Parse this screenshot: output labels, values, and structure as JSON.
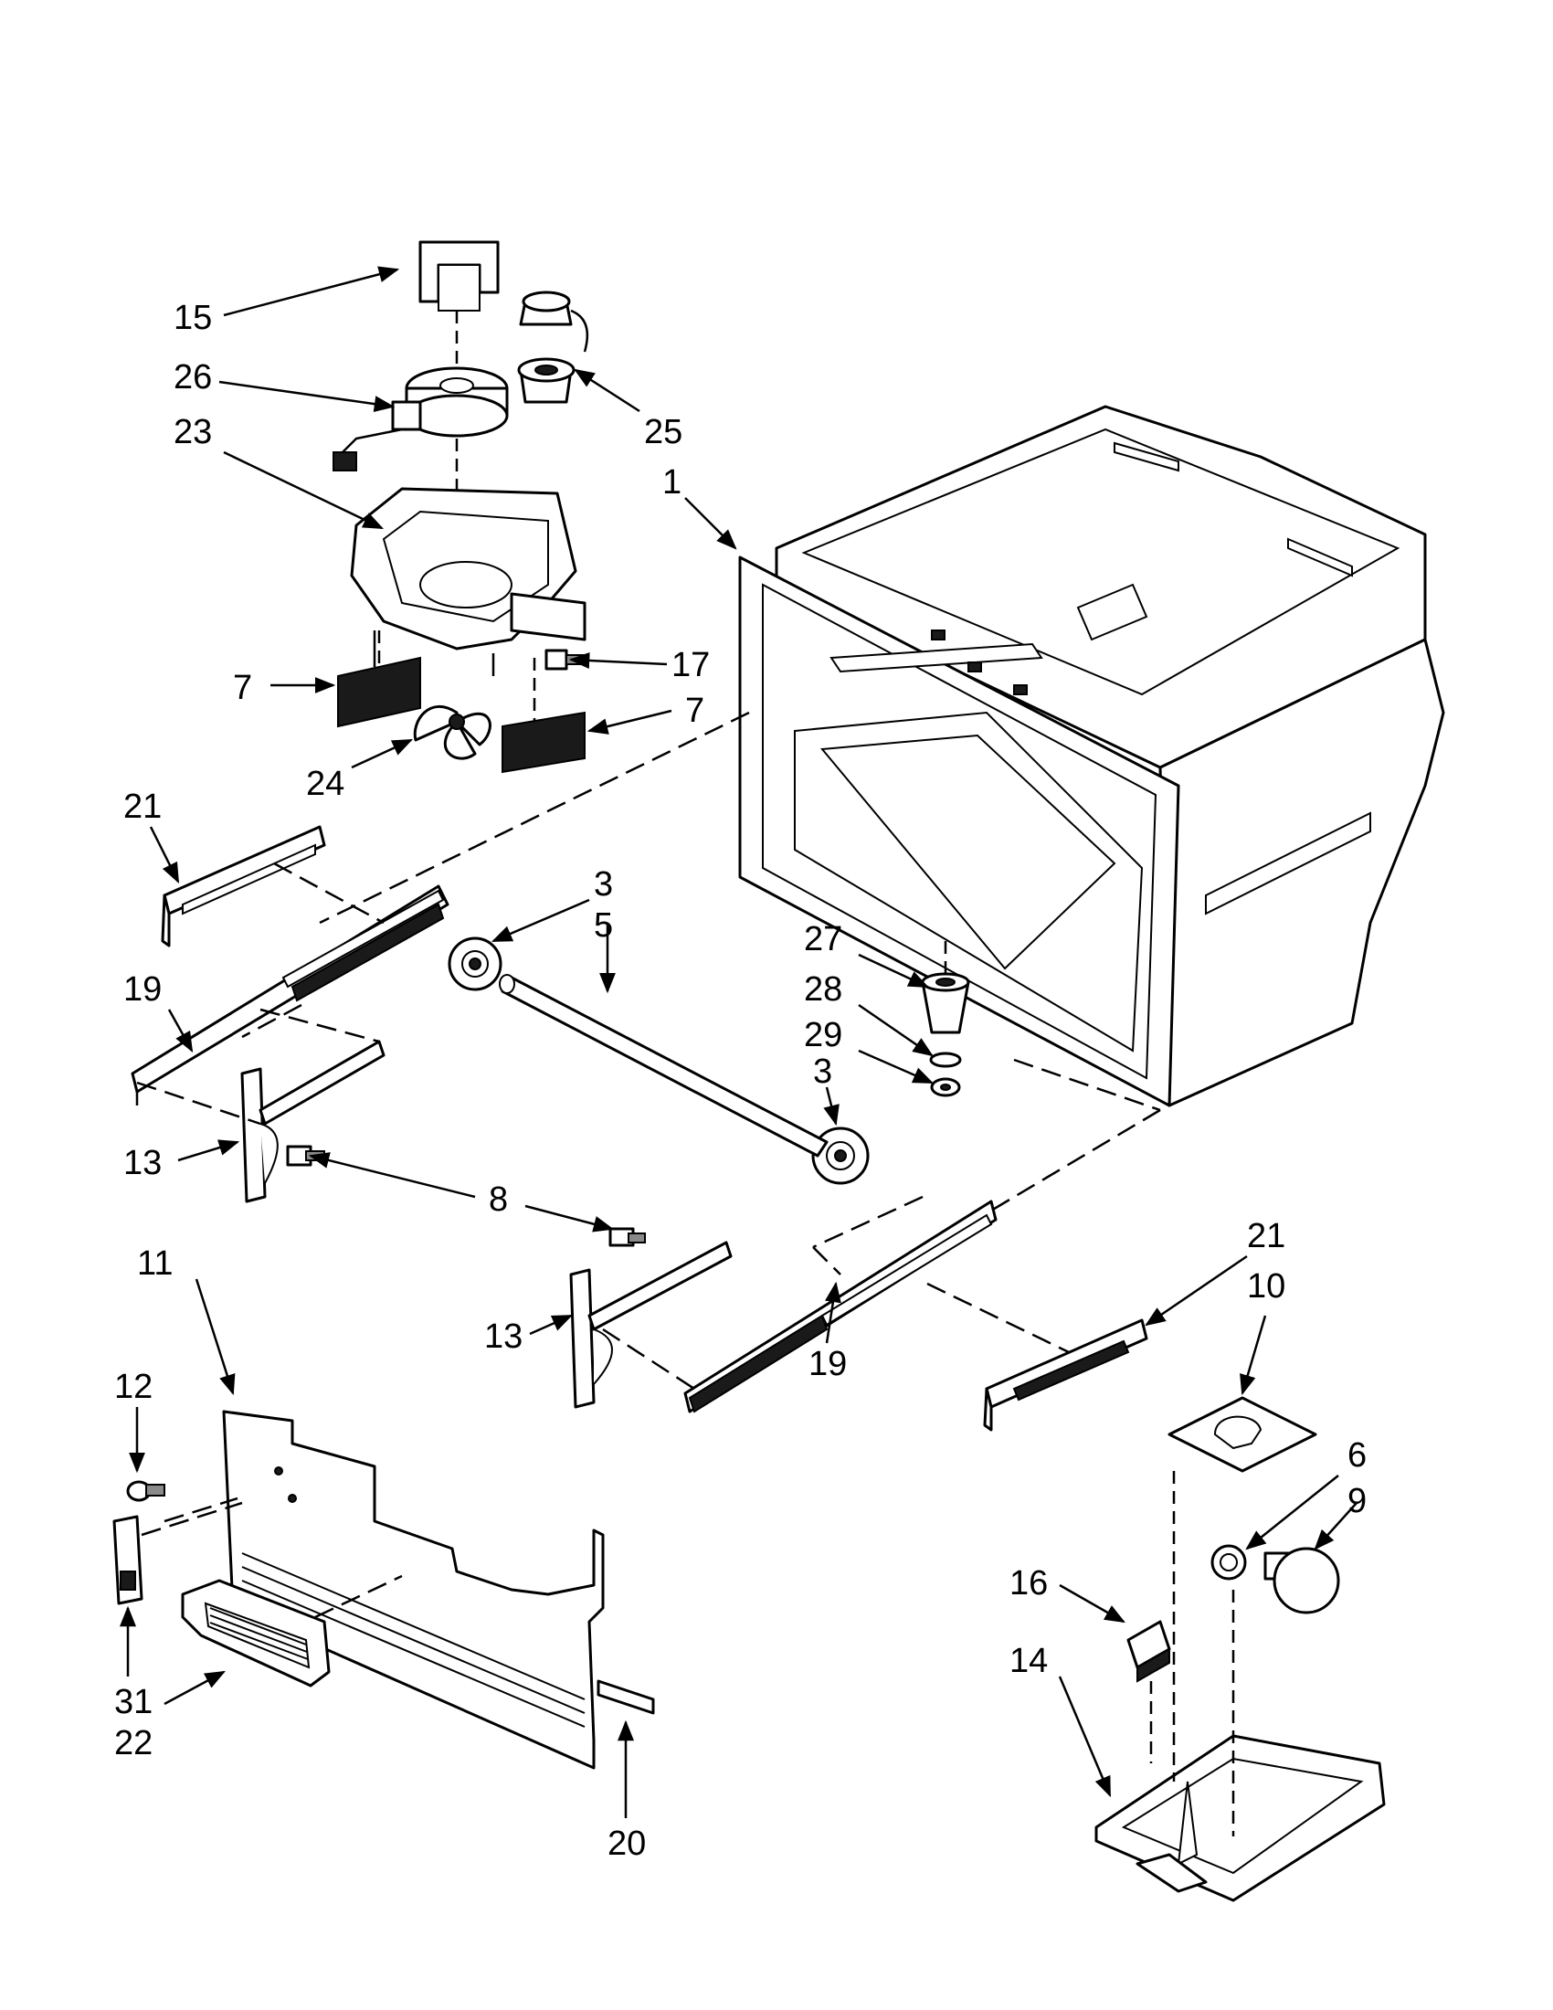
{
  "callouts": [
    {
      "id": "c15",
      "text": "15"
    },
    {
      "id": "c26",
      "text": "26"
    },
    {
      "id": "c23",
      "text": "23"
    },
    {
      "id": "c25",
      "text": "25"
    },
    {
      "id": "c1",
      "text": "1"
    },
    {
      "id": "c17",
      "text": "17"
    },
    {
      "id": "c7a",
      "text": "7"
    },
    {
      "id": "c7b",
      "text": "7"
    },
    {
      "id": "c24",
      "text": "24"
    },
    {
      "id": "c21a",
      "text": "21"
    },
    {
      "id": "c3a",
      "text": "3"
    },
    {
      "id": "c5",
      "text": "5"
    },
    {
      "id": "c27",
      "text": "27"
    },
    {
      "id": "c28",
      "text": "28"
    },
    {
      "id": "c29",
      "text": "29"
    },
    {
      "id": "c3b",
      "text": "3"
    },
    {
      "id": "c19a",
      "text": "19"
    },
    {
      "id": "c13a",
      "text": "13"
    },
    {
      "id": "c8",
      "text": "8"
    },
    {
      "id": "c21b",
      "text": "21"
    },
    {
      "id": "c10",
      "text": "10"
    },
    {
      "id": "c11",
      "text": "11"
    },
    {
      "id": "c13b",
      "text": "13"
    },
    {
      "id": "c19b",
      "text": "19"
    },
    {
      "id": "c12",
      "text": "12"
    },
    {
      "id": "c6",
      "text": "6"
    },
    {
      "id": "c9",
      "text": "9"
    },
    {
      "id": "c16",
      "text": "16"
    },
    {
      "id": "c14",
      "text": "14"
    },
    {
      "id": "c31",
      "text": "31"
    },
    {
      "id": "c22",
      "text": "22"
    },
    {
      "id": "c20",
      "text": "20"
    }
  ]
}
